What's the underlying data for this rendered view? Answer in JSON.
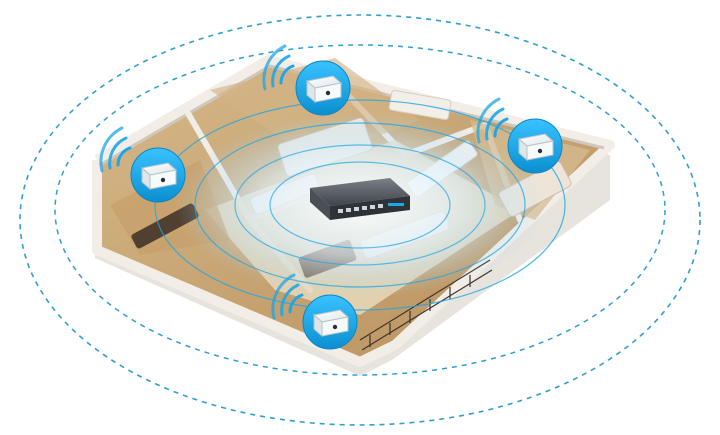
{
  "scene": {
    "description_visible_text": [],
    "colors": {
      "background": "#ffffff",
      "coverage_ring": "#2f9fcf",
      "wifi_blue": "#1ea6e6",
      "ap_bubble": "#18a8e8",
      "house_wall": "#f2eee7",
      "floor_wood": "#c9a876",
      "floor_tile": "#e7d7b7",
      "bed": "#ddd2c1",
      "switch_body": "#5b5f66"
    },
    "devices": {
      "central_switch": {
        "icon": "network-switch-icon"
      },
      "access_points": [
        {
          "name": "ap-top",
          "icon": "ceiling-access-point-icon"
        },
        {
          "name": "ap-left",
          "icon": "ceiling-access-point-icon"
        },
        {
          "name": "ap-right",
          "icon": "ceiling-access-point-icon"
        },
        {
          "name": "ap-bottom",
          "icon": "ceiling-access-point-icon"
        }
      ]
    }
  }
}
